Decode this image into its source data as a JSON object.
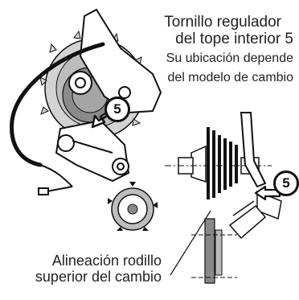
{
  "labels": {
    "screw_title_line1": "Tornillo regulador",
    "screw_title_line2": "del tope interior 5",
    "screw_note_line1": "Su ubicación depende",
    "screw_note_line2": "del modelo de cambio",
    "alignment_line1": "Alineación rodillo",
    "alignment_line2": "superior del cambio"
  },
  "callouts": {
    "left_number": "5",
    "right_number": "5"
  },
  "colors": {
    "ink": "#111111",
    "gray_cog": "#c8c8c8",
    "dark_cog": "#888888",
    "background": "#ffffff"
  }
}
